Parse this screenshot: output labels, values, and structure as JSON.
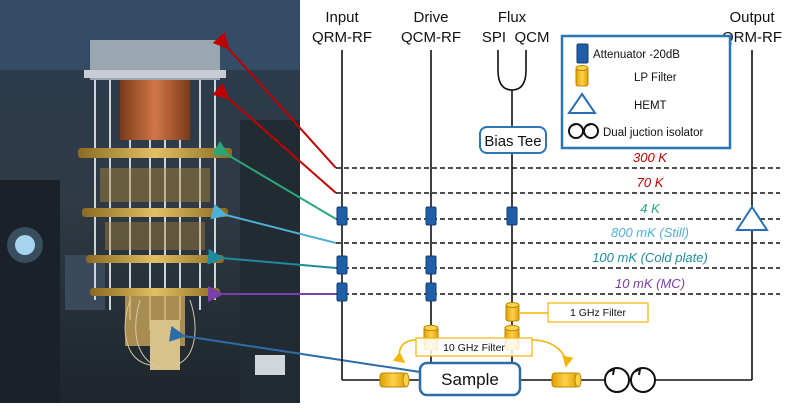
{
  "columns": {
    "input": {
      "title": "Input",
      "module": "QRM-RF"
    },
    "drive": {
      "title": "Drive",
      "module": "QCM-RF"
    },
    "flux": {
      "title": "Flux",
      "spi": "SPI",
      "qcm": "QCM"
    },
    "output": {
      "title": "Output",
      "module": "QRM-RF"
    }
  },
  "legend": [
    {
      "icon": "attenuator-icon",
      "label": "Attenuator -20dB"
    },
    {
      "icon": "lp-filter-icon",
      "label": "LP Filter"
    },
    {
      "icon": "hemt-icon",
      "label": "HEMT"
    },
    {
      "icon": "isolator-icon",
      "label": "Dual juction isolator"
    }
  ],
  "bias_tee": "Bias Tee",
  "stages": [
    {
      "label": "300 K",
      "color": "#c00000"
    },
    {
      "label": "70 K",
      "color": "#c00000"
    },
    {
      "label": "4 K",
      "color": "#2aa77a"
    },
    {
      "label": "800 mK (Still)",
      "color": "#4fb0d9"
    },
    {
      "label": "100 mK (Cold plate)",
      "color": "#1f8a9e"
    },
    {
      "label": "10 mK (MC)",
      "color": "#7b3fa8"
    }
  ],
  "filter_1ghz": "1 GHz Filter",
  "filter_10ghz": "10 GHz Filter",
  "sample": "Sample",
  "colors": {
    "attenuator": "#1f5ea8",
    "filter": "#f5b400",
    "filter_stroke": "#b88600",
    "hemt": "#2a6fb5",
    "box_stroke": "#2e75b6",
    "sample_stroke": "#2e6ca8"
  }
}
